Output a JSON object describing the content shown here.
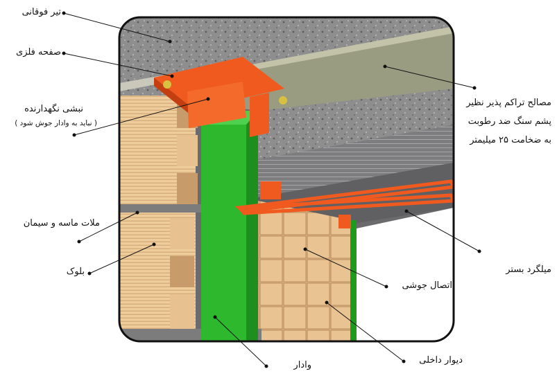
{
  "labels": {
    "top_beam": "تیر فوقانی",
    "metal_plate": "صفحه فلزی",
    "retaining_angle": "نبشی نگهدارنده",
    "retaining_angle_note": "( نباید به وادار جوش شود )",
    "mortar": "ملات ماسه و سیمان",
    "block": "بلوک",
    "compressible_line1": "مصالح تراکم پذیر نظیر",
    "compressible_line2": "پشم سنگ ضد رطوبت",
    "compressible_line3": "به ضخامت ۲۵ میلیمتر",
    "mesh": "میلگرد بستر",
    "weld": "اتصال جوشی",
    "inner_wall": "دیوار داخلی",
    "stud": "وادار"
  },
  "colors": {
    "stud_green": "#2db82d",
    "steel_orange": "#f05a1e",
    "block_tan": "#edc99a",
    "concrete_gray": "#8a8a8a",
    "wool_olive": "#9a9c82"
  }
}
